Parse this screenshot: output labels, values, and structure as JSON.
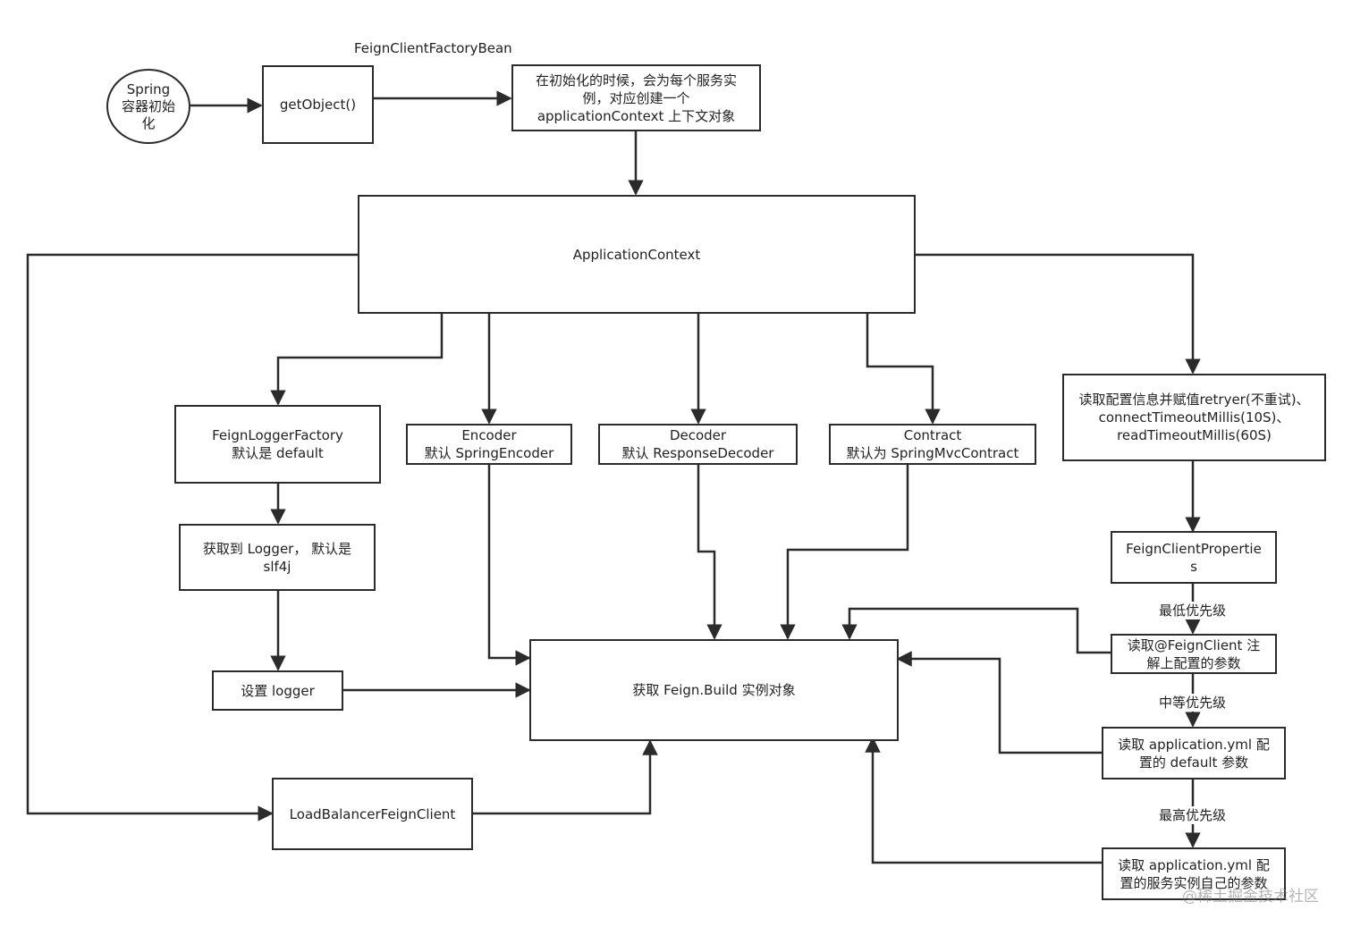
{
  "title_label": "FeignClientFactoryBean",
  "nodes": {
    "spring_init": "Spring\n容器初始\n化",
    "get_object": "getObject()",
    "create_context": "在初始化的时候，会为每个服务实\n例，对应创建一个\napplicationContext 上下文对象",
    "application_context": "ApplicationContext",
    "logger_factory": "FeignLoggerFactory\n默认是 default",
    "encoder": "Encoder\n默认 SpringEncoder",
    "decoder": "Decoder\n默认 ResponseDecoder",
    "contract": "Contract\n默认为 SpringMvcContract",
    "read_config": "读取配置信息并赋值retryer(不重试)、\nconnectTimeoutMillis(10S)、\nreadTimeoutMillis(60S)",
    "get_logger": "获取到 Logger， 默认是\nslf4j",
    "client_properties": "FeignClientPropertie\ns",
    "set_logger": "设置 logger",
    "feign_build": "获取 Feign.Build 实例对象",
    "read_annotation": "读取@FeignClient 注\n解上配置的参数",
    "read_yml_default": "读取 application.yml 配\n置的 default 参数",
    "load_balancer": "LoadBalancerFeignClient",
    "read_yml_service": "读取 application.yml 配\n置的服务实例自己的参数"
  },
  "edge_labels": {
    "lowest_priority": "最低优先级",
    "medium_priority": "中等优先级",
    "highest_priority": "最高优先级"
  },
  "watermark": "@稀土掘金技术社区",
  "colors": {
    "stroke": "#2b2b2b",
    "fill": "#ffffff"
  }
}
